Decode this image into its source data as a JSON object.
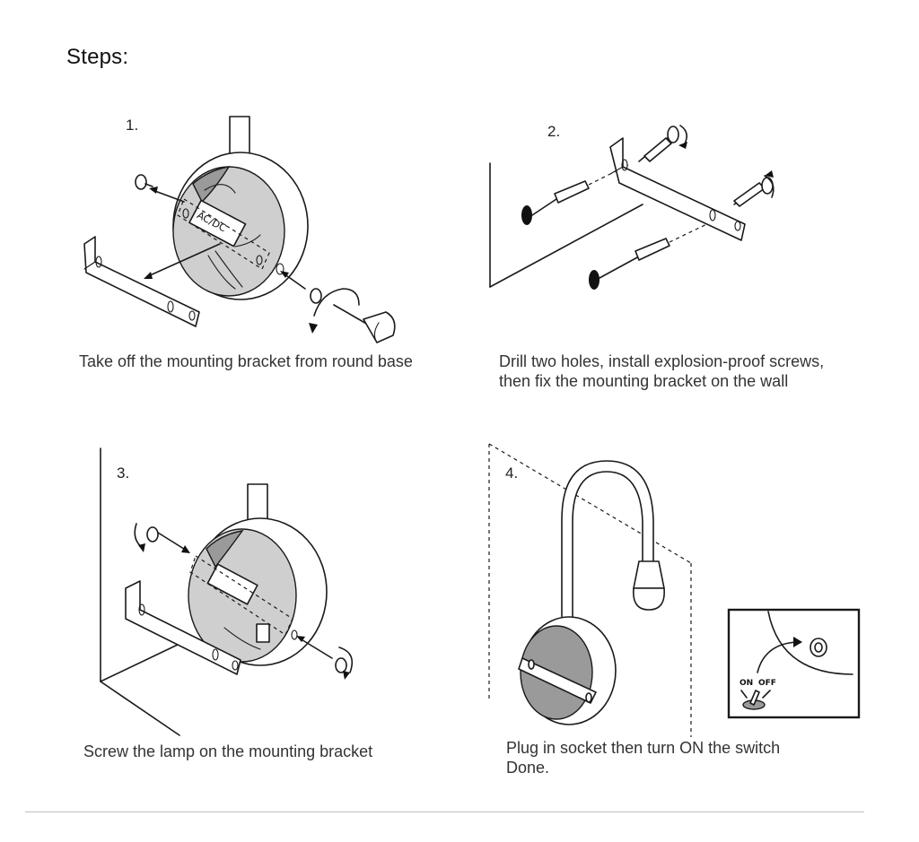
{
  "heading": "Steps:",
  "steps": [
    {
      "number": "1.",
      "caption_lines": [
        "Take off the mounting bracket from round base"
      ]
    },
    {
      "number": "2.",
      "caption_lines": [
        "Drill two holes, install explosion-proof screws,",
        "then fix the mounting bracket on the wall"
      ]
    },
    {
      "number": "3.",
      "caption_lines": [
        "Screw the lamp on the mounting bracket"
      ]
    },
    {
      "number": "4.",
      "caption_lines": [
        "Plug in socket then turn ON the switch",
        "Done."
      ]
    }
  ],
  "driver_label": "AC/DC",
  "switch_labels": {
    "on": "ON",
    "off": "OFF"
  },
  "colors": {
    "background": "#ffffff",
    "line": "#1a1a1a",
    "fill_gray": "#9a9a9a",
    "fill_light": "#cfcfcf",
    "rule": "#bdbdbd"
  }
}
